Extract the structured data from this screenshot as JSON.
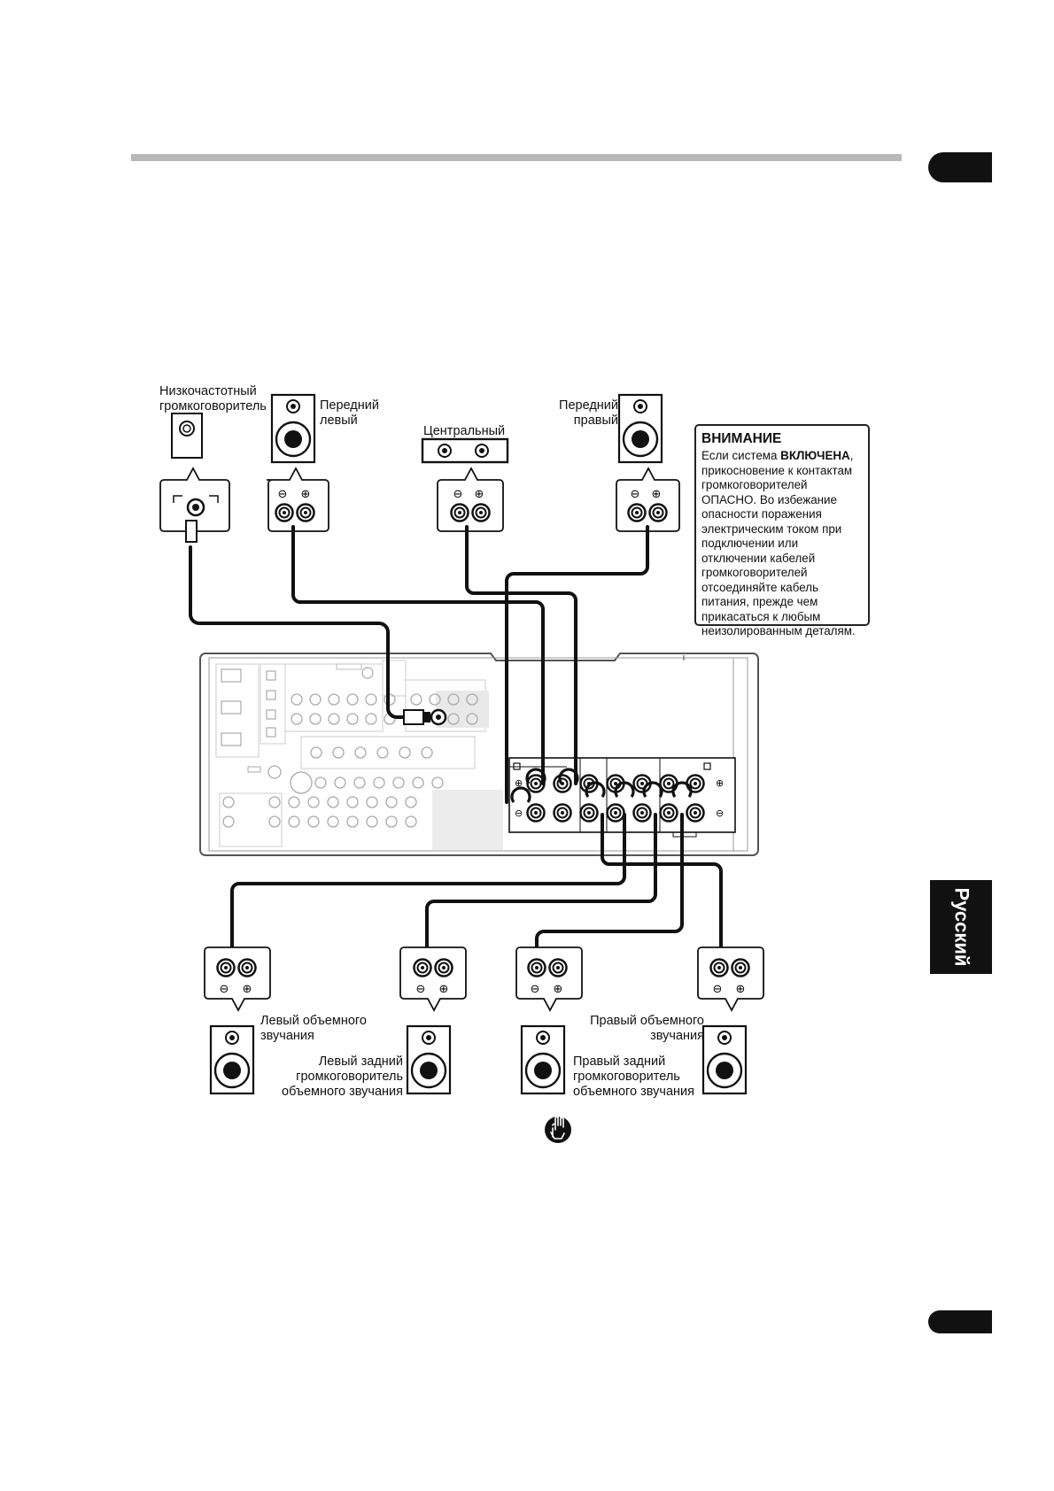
{
  "labels": {
    "subwoofer": [
      "Низкочастотный",
      "громкоговоритель"
    ],
    "front_left": [
      "Передний",
      "левый"
    ],
    "center": "Центральный",
    "front_right": [
      "Передний",
      "правый"
    ],
    "surround_left": [
      "Левый объемного",
      "звучания"
    ],
    "surround_back_left": [
      "Левый задний",
      "громкоговоритель",
      "объемного звучания"
    ],
    "surround_right": [
      "Правый объемного",
      "звучания"
    ],
    "surround_back_right": [
      "Правый задний",
      "громкоговоритель",
      "объемного звучания"
    ]
  },
  "warning": {
    "title": "ВНИМАНИЕ",
    "lead": "Если система ",
    "strong": "ВКЛЮЧЕНА",
    "rest": ", прикосновение к контактам громкоговорителей ОПАСНО. Во избежание опасности поражения электрическим током при подключении или отключении кабелей громкоговорителей отсоединяйте кабель питания, прежде чем прикасаться к любым неизолированным деталям."
  },
  "language_tab": "Русский",
  "terminal_marks": {
    "minus": "⊖",
    "plus": "⊕"
  },
  "icons": [
    "hand-stop-icon",
    "speaker-icon",
    "terminal-icon"
  ]
}
